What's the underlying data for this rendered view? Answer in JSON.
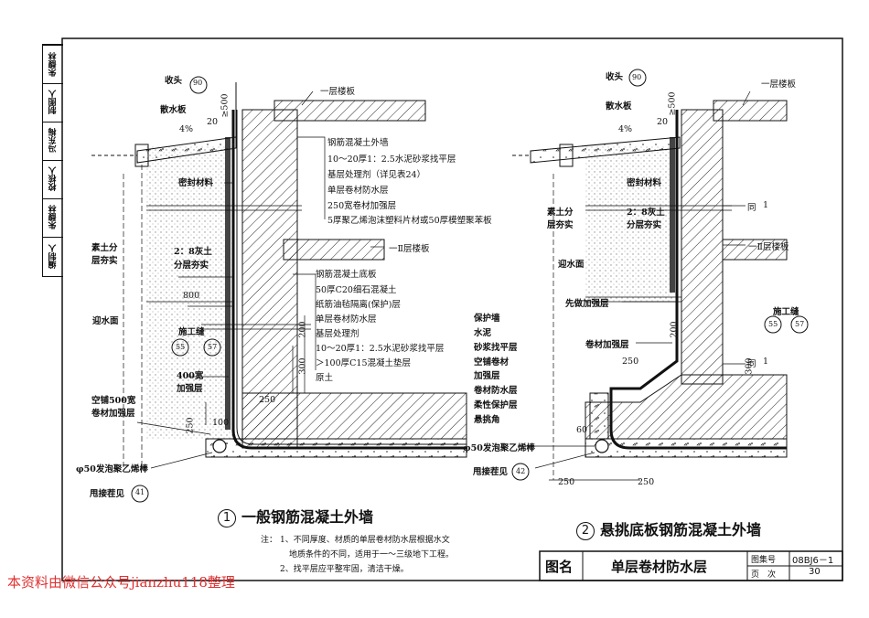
{
  "sidebar": [
    "编制人",
    "朱馥林",
    "校核人",
    "冯东梅",
    "制图人",
    "朱馥林"
  ],
  "left_detail": {
    "title_num": "1",
    "title": "一般钢筋混凝土外墙",
    "shoutou": "收头",
    "shoutou_ref": "90",
    "sanshuiban": "散水板",
    "slope": "4%",
    "dim_500": "≥500",
    "dim_20": "20",
    "first_floor": "一层楼板",
    "mifeng": "密封材料",
    "wall_layers": [
      "钢筋混凝土外墙",
      "10～20厚1：2.5水泥砂浆找平层",
      "基层处理剂（详见表24）",
      "单层卷材防水层",
      "250宽卷材加强层",
      "5厚聚乙烯泡沫塑料片材或50厚模塑聚苯板"
    ],
    "floor2": "一Ⅱ层楼板",
    "floor_layers": [
      "钢筋混凝土底板",
      "50厚C20细石混凝土",
      "纸筋油毡隔离(保护)层",
      "单层卷材防水层",
      "基层处理剂",
      "10～20厚1：2.5水泥砂浆找平层",
      "＞100厚C15混凝土垫层",
      "原土"
    ],
    "suturefen": "素土分\n层夯实",
    "huitu": "2：8灰土\n分层夯实",
    "dim_800": "800",
    "yingshuimian": "迎水面",
    "shigongfeng": "施工缝",
    "sgf_ref1": "55",
    "sgf_ref2": "57",
    "jiaqiang400": "400宽\n加强层",
    "dim_200": "200",
    "dim_300": "300",
    "dim_250a": "250",
    "dim_250b": "250",
    "dim_100": "100",
    "kongpu": "空铺500宽\n卷材加强层",
    "foam_rod": "φ50发泡聚乙烯棒",
    "shuaicha": "甩接茬见",
    "shuaicha_ref": "41"
  },
  "right_detail": {
    "title_num": "2",
    "title": "悬挑底板钢筋混凝土外墙",
    "shoutou": "收头",
    "shoutou_ref": "90",
    "sanshuiban": "散水板",
    "slope": "4%",
    "dim_500": "≥500",
    "dim_20": "20",
    "first_floor": "一层楼板",
    "mifeng": "密封材料",
    "suturefen": "素土分\n层夯实",
    "huitu": "2：8灰土\n分层夯实",
    "tong": "同",
    "tong_ref": "1",
    "floor2": "一Ⅱ层楼板",
    "yingshuimian": "迎水面",
    "xianzuo": "先做加强层",
    "left_layers": [
      "保护墙",
      "水泥",
      "砂浆找平层",
      "空铺卷材",
      "加强层",
      "卷材防水层",
      "柔性保护层",
      "悬挑角"
    ],
    "juancai_jq": "卷材加强层",
    "dim_200": "200",
    "dim_250": "250",
    "dim_300": "300",
    "dim_60": "60",
    "shigongfeng": "施工缝",
    "sgf_ref1": "55",
    "sgf_ref2": "57",
    "tong2": "同",
    "tong2_ref": "1",
    "foam_rod": "φ50发泡聚乙烯棒",
    "shuaicha": "甩接茬见",
    "shuaicha_ref": "42",
    "bottom_dims": [
      "250",
      "250"
    ]
  },
  "notes": {
    "label": "注：",
    "lines": [
      "1、不同厚度、材质的单层卷材防水层根据水文",
      "地质条件的不同，适用于一～三级地下工程。",
      "2、找平层应平整牢固，清洁干燥。"
    ]
  },
  "title_block": {
    "tuming_label": "图名",
    "tuming": "单层卷材防水层",
    "tujihao_label": "图集号",
    "tujihao": "08BJ6－1",
    "yeci_label": "页　次",
    "yeci": "30"
  },
  "watermark": "本资料由微信公众号jianzhu118整理"
}
